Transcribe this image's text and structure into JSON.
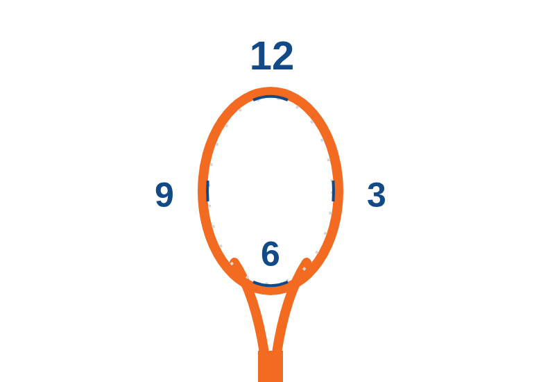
{
  "diagram": {
    "labels": [
      "12",
      "9",
      "3",
      "6"
    ]
  }
}
